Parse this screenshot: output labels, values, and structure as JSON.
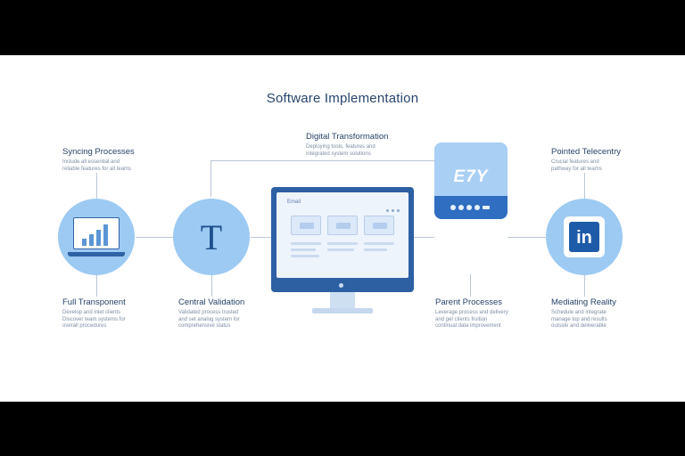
{
  "title": "Software Implementation",
  "center_top": {
    "heading": "Digital Transformation",
    "desc": [
      "Deploying tools, features and",
      "integrated system solutions"
    ]
  },
  "top_left": {
    "heading": "Syncing Processes",
    "desc": [
      "Include all essential and",
      "reliable features for all teams"
    ]
  },
  "top_right": {
    "heading": "Pointed Telecentry",
    "desc": [
      "Crucial features and",
      "pathway for all teams"
    ]
  },
  "bottom_blocks": [
    {
      "heading": "Full Transponent",
      "desc": [
        "Develop and inlet clients",
        "Discover team systems for",
        "overall procedures"
      ]
    },
    {
      "heading": "Central Validation",
      "desc": [
        "Validated process trusted",
        "and set analog system for",
        "comprehensive status"
      ]
    },
    {
      "heading": "Parent Processes",
      "desc": [
        "Leverage process and delivery",
        "and get clients fruition",
        "continual data improvement"
      ]
    },
    {
      "heading": "Mediating Reality",
      "desc": [
        "Schedule and integrate",
        "manage top and results",
        "outside and deliverable"
      ]
    }
  ],
  "monitor": {
    "label": "Email"
  },
  "t_circle": {
    "glyph": "T"
  },
  "device": {
    "text": "E7Y"
  },
  "tile": {
    "text": "in"
  },
  "colors": {
    "circle": "#9ccaf3",
    "accent": "#2d5fa3",
    "line": "#b9c6d6"
  },
  "icons": [
    "laptop-chart-icon",
    "letter-t-icon",
    "monitor-icon",
    "device-icon",
    "linkedin-icon"
  ]
}
